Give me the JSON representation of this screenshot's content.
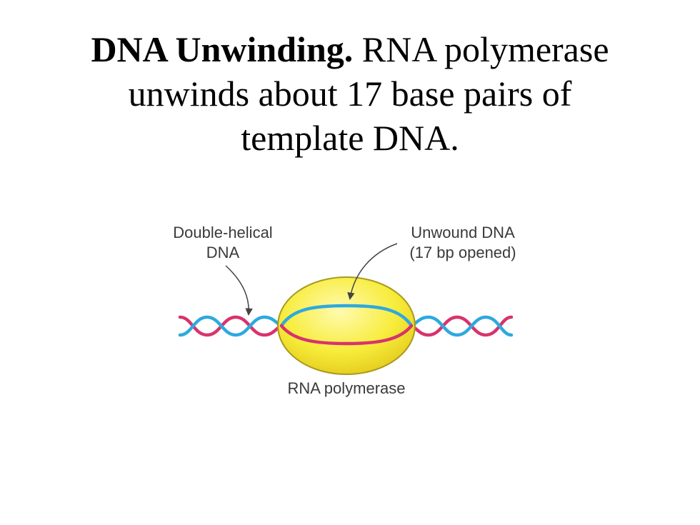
{
  "title": {
    "bold_part": "DNA Unwinding.",
    "line1_rest": "RNA polymerase",
    "line2": "unwinds about 17 base pairs of",
    "line3": "template DNA."
  },
  "diagram": {
    "labels": {
      "double_helical_line1": "Double-helical",
      "double_helical_line2": "DNA",
      "unwound_line1": "Unwound DNA",
      "unwound_line2": "(17 bp opened)",
      "polymerase": "RNA polymerase"
    },
    "colors": {
      "strand_blue": "#2ea9de",
      "strand_red": "#d8336d",
      "polymerase_fill": "#f7ec3a",
      "polymerase_stroke": "#a89a1c",
      "arrow": "#444444"
    }
  }
}
